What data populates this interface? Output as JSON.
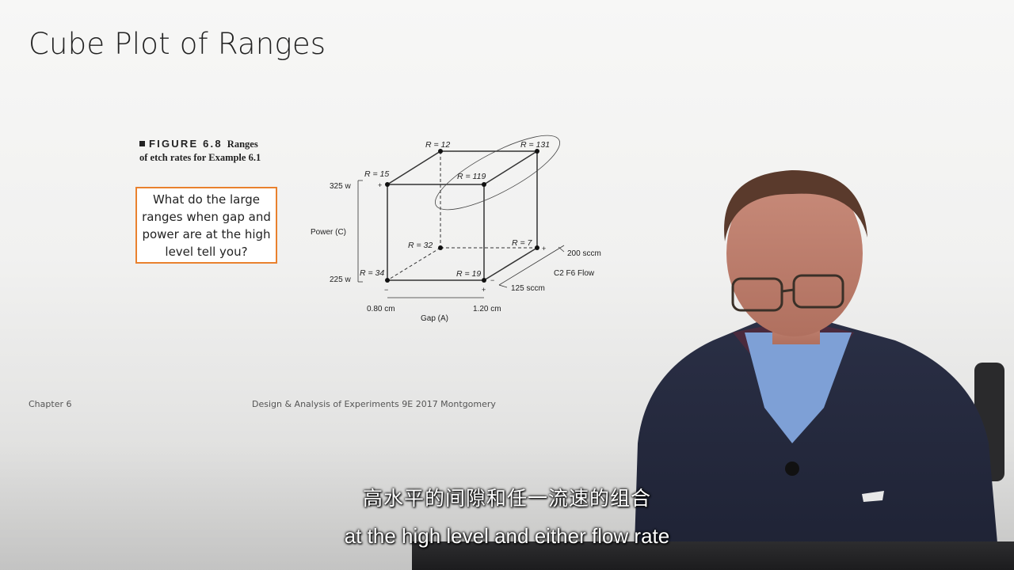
{
  "slide": {
    "title": "Cube Plot of Ranges",
    "figure_number": "FIGURE 6.8",
    "figure_caption_line1": "Ranges",
    "figure_caption_line2": "of etch rates for Example 6.1",
    "question": "What do the large ranges when gap and power are at the high level tell you?",
    "footer_left": "Chapter 6",
    "footer_center": "Design & Analysis of Experiments 9E 2017 Montgomery"
  },
  "cube": {
    "ranges": {
      "r_back_left_top": "R = 12",
      "r_back_right_top": "R = 131",
      "r_front_left_top": "R = 15",
      "r_front_right_top": "R = 119",
      "r_back_left_bottom": "R = 32",
      "r_back_right_bottom": "R = 7",
      "r_front_left_bottom": "R = 34",
      "r_front_right_bottom": "R = 19"
    },
    "power_label": "Power (C)",
    "power_high": "325 w",
    "power_low": "225 w",
    "gap_label": "Gap (A)",
    "gap_low": "0.80 cm",
    "gap_high": "1.20 cm",
    "flow_label": "C2 F6 Flow",
    "flow_high": "200 sccm",
    "flow_low": "125 sccm",
    "plus": "+",
    "minus": "−"
  },
  "subtitles": {
    "chinese": "高水平的间隙和任一流速的组合",
    "english": "at the high level and either flow rate"
  }
}
